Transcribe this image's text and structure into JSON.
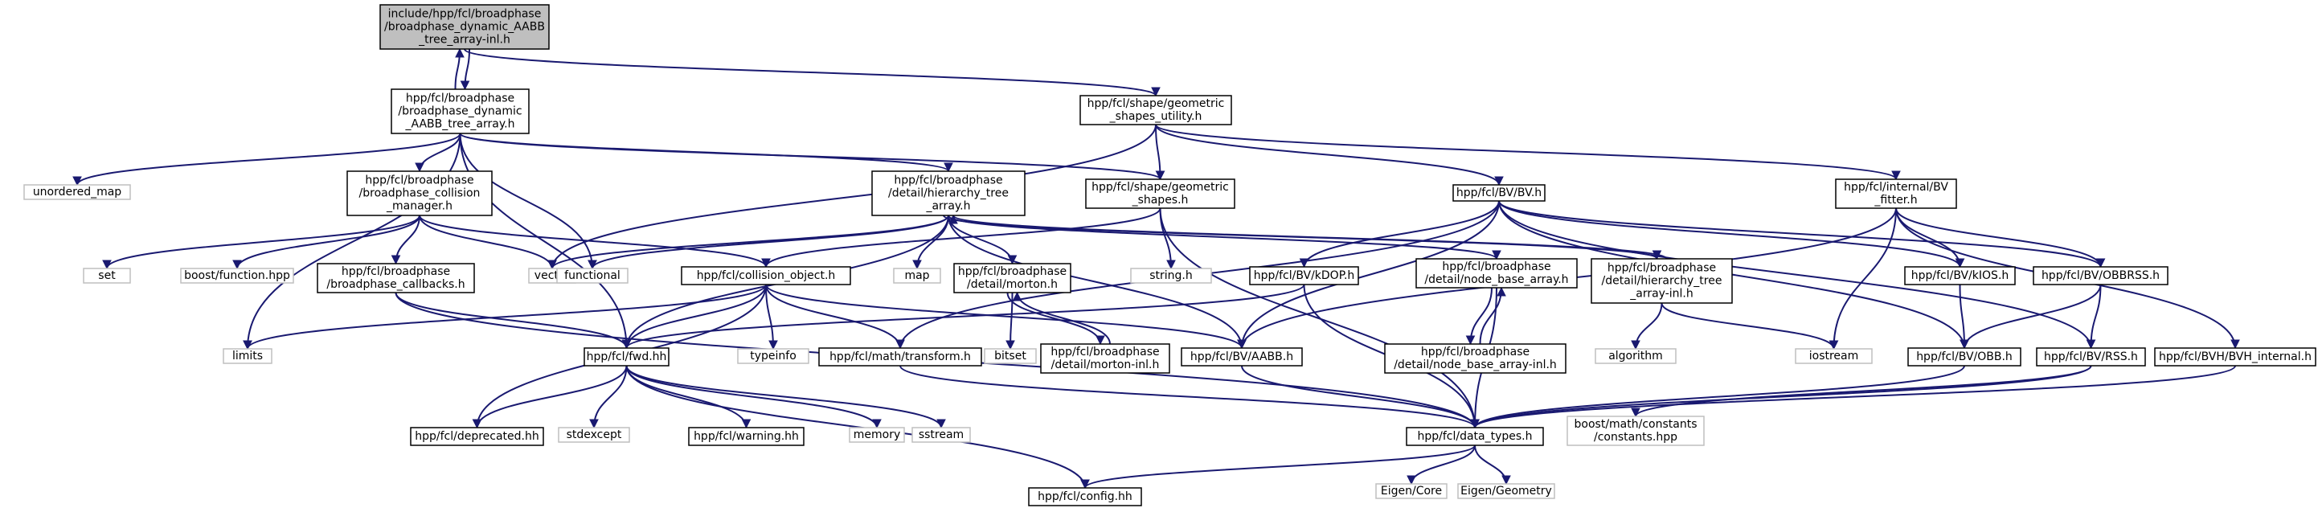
{
  "graph": {
    "colors": {
      "edge": "#191970",
      "focus_fill": "#bfbfbf",
      "external_border": "#bfbfbf",
      "box_border": "#000000"
    },
    "nodes": [
      {
        "id": "tree_array_inl",
        "lines": [
          "include/hpp/fcl/broadphase",
          "/broadphase_dynamic_AABB",
          "_tree_array-inl.h"
        ],
        "kind": "focus"
      },
      {
        "id": "tree_array_h",
        "lines": [
          "hpp/fcl/broadphase",
          "/broadphase_dynamic",
          "_AABB_tree_array.h"
        ],
        "kind": "doc"
      },
      {
        "id": "geom_utility",
        "lines": [
          "hpp/fcl/shape/geometric",
          "_shapes_utility.h"
        ],
        "kind": "doc"
      },
      {
        "id": "unordered_map",
        "lines": [
          "unordered_map"
        ],
        "kind": "external"
      },
      {
        "id": "collision_manager",
        "lines": [
          "hpp/fcl/broadphase",
          "/broadphase_collision",
          "_manager.h"
        ],
        "kind": "doc"
      },
      {
        "id": "hierarchy_tree_array",
        "lines": [
          "hpp/fcl/broadphase",
          "/detail/hierarchy_tree",
          "_array.h"
        ],
        "kind": "doc"
      },
      {
        "id": "geom_shapes",
        "lines": [
          "hpp/fcl/shape/geometric",
          "_shapes.h"
        ],
        "kind": "doc"
      },
      {
        "id": "bv_h",
        "lines": [
          "hpp/fcl/BV/BV.h"
        ],
        "kind": "doc"
      },
      {
        "id": "bv_fitter",
        "lines": [
          "hpp/fcl/internal/BV",
          "_fitter.h"
        ],
        "kind": "doc"
      },
      {
        "id": "set",
        "lines": [
          "set"
        ],
        "kind": "external"
      },
      {
        "id": "boost_function",
        "lines": [
          "boost/function.hpp"
        ],
        "kind": "external"
      },
      {
        "id": "callbacks",
        "lines": [
          "hpp/fcl/broadphase",
          "/broadphase_callbacks.h"
        ],
        "kind": "doc"
      },
      {
        "id": "vector",
        "lines": [
          "vector"
        ],
        "kind": "external"
      },
      {
        "id": "functional",
        "lines": [
          "functional"
        ],
        "kind": "external"
      },
      {
        "id": "collision_object",
        "lines": [
          "hpp/fcl/collision_object.h"
        ],
        "kind": "doc"
      },
      {
        "id": "map",
        "lines": [
          "map"
        ],
        "kind": "external"
      },
      {
        "id": "morton",
        "lines": [
          "hpp/fcl/broadphase",
          "/detail/morton.h"
        ],
        "kind": "doc"
      },
      {
        "id": "string_h",
        "lines": [
          "string.h"
        ],
        "kind": "external"
      },
      {
        "id": "kdop",
        "lines": [
          "hpp/fcl/BV/kDOP.h"
        ],
        "kind": "doc"
      },
      {
        "id": "node_base_array",
        "lines": [
          "hpp/fcl/broadphase",
          "/detail/node_base_array.h"
        ],
        "kind": "doc"
      },
      {
        "id": "hierarchy_tree_array_inl",
        "lines": [
          "hpp/fcl/broadphase",
          "/detail/hierarchy_tree",
          "_array-inl.h"
        ],
        "kind": "doc"
      },
      {
        "id": "kios",
        "lines": [
          "hpp/fcl/BV/kIOS.h"
        ],
        "kind": "doc"
      },
      {
        "id": "obbrss",
        "lines": [
          "hpp/fcl/BV/OBBRSS.h"
        ],
        "kind": "doc"
      },
      {
        "id": "limits",
        "lines": [
          "limits"
        ],
        "kind": "external"
      },
      {
        "id": "fwd",
        "lines": [
          "hpp/fcl/fwd.hh"
        ],
        "kind": "doc"
      },
      {
        "id": "typeinfo",
        "lines": [
          "typeinfo"
        ],
        "kind": "external"
      },
      {
        "id": "transform",
        "lines": [
          "hpp/fcl/math/transform.h"
        ],
        "kind": "doc"
      },
      {
        "id": "bitset",
        "lines": [
          "bitset"
        ],
        "kind": "external"
      },
      {
        "id": "morton_inl",
        "lines": [
          "hpp/fcl/broadphase",
          "/detail/morton-inl.h"
        ],
        "kind": "doc"
      },
      {
        "id": "aabb",
        "lines": [
          "hpp/fcl/BV/AABB.h"
        ],
        "kind": "doc"
      },
      {
        "id": "node_base_array_inl",
        "lines": [
          "hpp/fcl/broadphase",
          "/detail/node_base_array-inl.h"
        ],
        "kind": "doc"
      },
      {
        "id": "algorithm",
        "lines": [
          "algorithm"
        ],
        "kind": "external"
      },
      {
        "id": "iostream",
        "lines": [
          "iostream"
        ],
        "kind": "external"
      },
      {
        "id": "obb",
        "lines": [
          "hpp/fcl/BV/OBB.h"
        ],
        "kind": "doc"
      },
      {
        "id": "rss",
        "lines": [
          "hpp/fcl/BV/RSS.h"
        ],
        "kind": "doc"
      },
      {
        "id": "bvh_internal",
        "lines": [
          "hpp/fcl/BVH/BVH_internal.h"
        ],
        "kind": "doc"
      },
      {
        "id": "deprecated",
        "lines": [
          "hpp/fcl/deprecated.hh"
        ],
        "kind": "doc"
      },
      {
        "id": "stdexcept",
        "lines": [
          "stdexcept"
        ],
        "kind": "external"
      },
      {
        "id": "warning",
        "lines": [
          "hpp/fcl/warning.hh"
        ],
        "kind": "doc"
      },
      {
        "id": "memory",
        "lines": [
          "memory"
        ],
        "kind": "external"
      },
      {
        "id": "sstream",
        "lines": [
          "sstream"
        ],
        "kind": "external"
      },
      {
        "id": "data_types",
        "lines": [
          "hpp/fcl/data_types.h"
        ],
        "kind": "doc"
      },
      {
        "id": "boost_constants",
        "lines": [
          "boost/math/constants",
          "/constants.hpp"
        ],
        "kind": "external"
      },
      {
        "id": "config",
        "lines": [
          "hpp/fcl/config.hh"
        ],
        "kind": "doc"
      },
      {
        "id": "eigen_core",
        "lines": [
          "Eigen/Core"
        ],
        "kind": "external"
      },
      {
        "id": "eigen_geometry",
        "lines": [
          "Eigen/Geometry"
        ],
        "kind": "external"
      }
    ],
    "edges": [
      [
        "tree_array_inl",
        "tree_array_h"
      ],
      [
        "tree_array_h",
        "tree_array_inl"
      ],
      [
        "tree_array_inl",
        "geom_utility"
      ],
      [
        "tree_array_h",
        "unordered_map"
      ],
      [
        "tree_array_h",
        "collision_manager"
      ],
      [
        "tree_array_h",
        "hierarchy_tree_array"
      ],
      [
        "tree_array_h",
        "geom_shapes"
      ],
      [
        "tree_array_h",
        "functional"
      ],
      [
        "tree_array_h",
        "fwd"
      ],
      [
        "tree_array_h",
        "limits"
      ],
      [
        "geom_utility",
        "geom_shapes"
      ],
      [
        "geom_utility",
        "bv_h"
      ],
      [
        "geom_utility",
        "bv_fitter"
      ],
      [
        "geom_utility",
        "vector"
      ],
      [
        "collision_manager",
        "set"
      ],
      [
        "collision_manager",
        "boost_function"
      ],
      [
        "collision_manager",
        "callbacks"
      ],
      [
        "collision_manager",
        "vector"
      ],
      [
        "collision_manager",
        "collision_object"
      ],
      [
        "hierarchy_tree_array",
        "vector"
      ],
      [
        "hierarchy_tree_array",
        "functional"
      ],
      [
        "hierarchy_tree_array",
        "map"
      ],
      [
        "hierarchy_tree_array",
        "morton"
      ],
      [
        "hierarchy_tree_array",
        "fwd"
      ],
      [
        "hierarchy_tree_array",
        "aabb"
      ],
      [
        "hierarchy_tree_array",
        "node_base_array"
      ],
      [
        "hierarchy_tree_array",
        "hierarchy_tree_array_inl"
      ],
      [
        "hierarchy_tree_array_inl",
        "hierarchy_tree_array"
      ],
      [
        "geom_shapes",
        "collision_object"
      ],
      [
        "geom_shapes",
        "string_h"
      ],
      [
        "geom_shapes",
        "data_types"
      ],
      [
        "bv_h",
        "kdop"
      ],
      [
        "bv_h",
        "aabb"
      ],
      [
        "bv_h",
        "kios"
      ],
      [
        "bv_h",
        "obbrss"
      ],
      [
        "bv_h",
        "obb"
      ],
      [
        "bv_h",
        "rss"
      ],
      [
        "bv_h",
        "transform"
      ],
      [
        "bv_fitter",
        "kios"
      ],
      [
        "bv_fitter",
        "obbrss"
      ],
      [
        "bv_fitter",
        "iostream"
      ],
      [
        "bv_fitter",
        "bvh_internal"
      ],
      [
        "bv_fitter",
        "aabb"
      ],
      [
        "callbacks",
        "fwd"
      ],
      [
        "callbacks",
        "data_types"
      ],
      [
        "collision_object",
        "limits"
      ],
      [
        "collision_object",
        "typeinfo"
      ],
      [
        "collision_object",
        "fwd"
      ],
      [
        "collision_object",
        "transform"
      ],
      [
        "collision_object",
        "aabb"
      ],
      [
        "collision_object",
        "deprecated"
      ],
      [
        "morton",
        "bitset"
      ],
      [
        "morton",
        "morton_inl"
      ],
      [
        "morton_inl",
        "morton"
      ],
      [
        "kdop",
        "fwd"
      ],
      [
        "kdop",
        "data_types"
      ],
      [
        "node_base_array",
        "node_base_array_inl"
      ],
      [
        "node_base_array_inl",
        "node_base_array"
      ],
      [
        "node_base_array",
        "data_types"
      ],
      [
        "hierarchy_tree_array_inl",
        "algorithm"
      ],
      [
        "hierarchy_tree_array_inl",
        "iostream"
      ],
      [
        "kios",
        "obb"
      ],
      [
        "obbrss",
        "obb"
      ],
      [
        "obbrss",
        "rss"
      ],
      [
        "fwd",
        "deprecated"
      ],
      [
        "fwd",
        "stdexcept"
      ],
      [
        "fwd",
        "warning"
      ],
      [
        "fwd",
        "memory"
      ],
      [
        "fwd",
        "sstream"
      ],
      [
        "fwd",
        "config"
      ],
      [
        "transform",
        "data_types"
      ],
      [
        "aabb",
        "data_types"
      ],
      [
        "obb",
        "data_types"
      ],
      [
        "rss",
        "data_types"
      ],
      [
        "rss",
        "boost_constants"
      ],
      [
        "bvh_internal",
        "data_types"
      ],
      [
        "data_types",
        "config"
      ],
      [
        "data_types",
        "eigen_core"
      ],
      [
        "data_types",
        "eigen_geometry"
      ]
    ]
  }
}
